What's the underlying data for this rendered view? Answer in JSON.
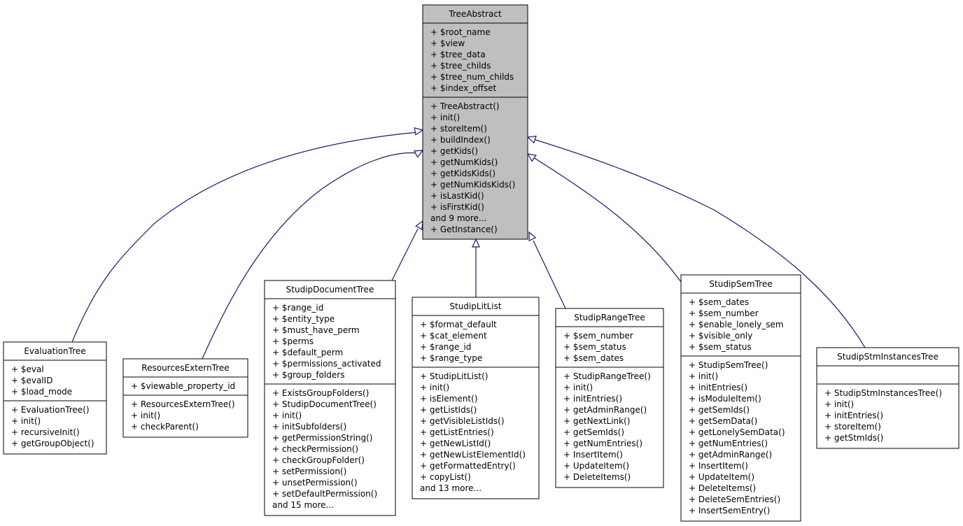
{
  "classes": {
    "tree_abstract": {
      "name": "TreeAbstract",
      "attributes": [
        "+ $root_name",
        "+ $view",
        "+ $tree_data",
        "+ $tree_childs",
        "+ $tree_num_childs",
        "+ $index_offset"
      ],
      "methods": [
        "+ TreeAbstract()",
        "+ init()",
        "+ storeItem()",
        "+ buildIndex()",
        "+ getKids()",
        "+ getNumKids()",
        "+ getKidsKids()",
        "+ getNumKidsKids()",
        "+ isLastKid()",
        "+ isFirstKid()",
        "and 9 more...",
        "+ GetInstance()"
      ]
    },
    "evaluation_tree": {
      "name": "EvaluationTree",
      "attributes": [
        "+ $eval",
        "+ $evalID",
        "+ $load_mode"
      ],
      "methods": [
        "+ EvaluationTree()",
        "+ init()",
        "+ recursiveInit()",
        "+ getGroupObject()"
      ]
    },
    "resources_extern_tree": {
      "name": "ResourcesExternTree",
      "attributes": [
        "+ $viewable_property_id"
      ],
      "methods": [
        "+ ResourcesExternTree()",
        "+ init()",
        "+ checkParent()"
      ]
    },
    "studip_document_tree": {
      "name": "StudipDocumentTree",
      "attributes": [
        "+ $range_id",
        "+ $entity_type",
        "+ $must_have_perm",
        "+ $perms",
        "+ $default_perm",
        "+ $permissions_activated",
        "+ $group_folders"
      ],
      "methods": [
        "+ ExistsGroupFolders()",
        "+ StudipDocumentTree()",
        "+ init()",
        "+ initSubfolders()",
        "+ getPermissionString()",
        "+ checkPermission()",
        "+ checkGroupFolder()",
        "+ setPermission()",
        "+ unsetPermission()",
        "+ setDefaultPermission()",
        "and 15 more..."
      ]
    },
    "studip_lit_list": {
      "name": "StudipLitList",
      "attributes": [
        "+ $format_default",
        "+ $cat_element",
        "+ $range_id",
        "+ $range_type"
      ],
      "methods": [
        "+ StudipLitList()",
        "+ init()",
        "+ isElement()",
        "+ getListIds()",
        "+ getVisibleListIds()",
        "+ getListEntries()",
        "+ getNewListId()",
        "+ getNewListElementId()",
        "+ getFormattedEntry()",
        "+ copyList()",
        "and 13 more..."
      ]
    },
    "studip_range_tree": {
      "name": "StudipRangeTree",
      "attributes": [
        "+ $sem_number",
        "+ $sem_status",
        "+ $sem_dates"
      ],
      "methods": [
        "+ StudipRangeTree()",
        "+ init()",
        "+ initEntries()",
        "+ getAdminRange()",
        "+ getNextLink()",
        "+ getSemIds()",
        "+ getNumEntries()",
        "+ InsertItem()",
        "+ UpdateItem()",
        "+ DeleteItems()"
      ]
    },
    "studip_sem_tree": {
      "name": "StudipSemTree",
      "attributes": [
        "+ $sem_dates",
        "+ $sem_number",
        "+ $enable_lonely_sem",
        "+ $visible_only",
        "+ $sem_status"
      ],
      "methods": [
        "+ StudipSemTree()",
        "+ init()",
        "+ initEntries()",
        "+ isModuleItem()",
        "+ getSemIds()",
        "+ getSemData()",
        "+ getLonelySemData()",
        "+ getNumEntries()",
        "+ getAdminRange()",
        "+ InsertItem()",
        "+ UpdateItem()",
        "+ DeleteItems()",
        "+ DeleteSemEntries()",
        "+ InsertSemEntry()"
      ]
    },
    "studip_stm_instances_tree": {
      "name": "StudipStmInstancesTree",
      "attributes": [],
      "methods": [
        "+ StudipStmInstancesTree()",
        "+ init()",
        "+ initEntries()",
        "+ storeItem()",
        "+ getStmIds()"
      ]
    }
  },
  "colors": {
    "base_fill": "#bfbfbf",
    "derived_fill": "#ffffff",
    "edge": "#191970"
  }
}
